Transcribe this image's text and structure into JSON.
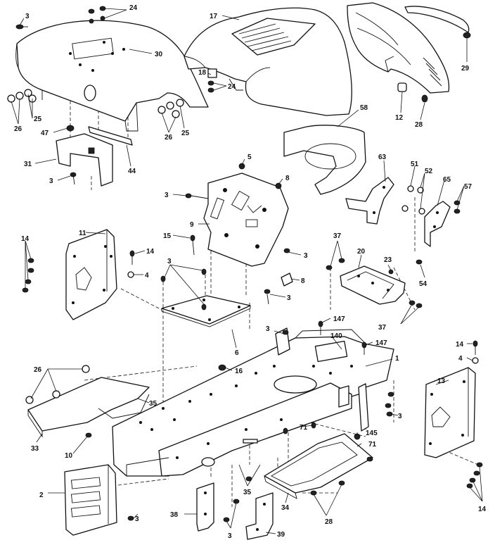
{
  "diagram": {
    "callouts": [
      {
        "id": "c3-top-left",
        "text": "3"
      },
      {
        "id": "c24-top",
        "text": "24"
      },
      {
        "id": "c30",
        "text": "30"
      },
      {
        "id": "c25-left",
        "text": "25"
      },
      {
        "id": "c26-left",
        "text": "26"
      },
      {
        "id": "c47",
        "text": "47"
      },
      {
        "id": "c31",
        "text": "31"
      },
      {
        "id": "c44",
        "text": "44"
      },
      {
        "id": "c3-left-mid",
        "text": "3"
      },
      {
        "id": "c17",
        "text": "17"
      },
      {
        "id": "c18",
        "text": "18"
      },
      {
        "id": "c24-hood",
        "text": "24"
      },
      {
        "id": "c26-center",
        "text": "26"
      },
      {
        "id": "c25-center",
        "text": "25"
      },
      {
        "id": "c29",
        "text": "29"
      },
      {
        "id": "c12",
        "text": "12"
      },
      {
        "id": "c28-top",
        "text": "28"
      },
      {
        "id": "c58",
        "text": "58"
      },
      {
        "id": "c5",
        "text": "5"
      },
      {
        "id": "c8-upper",
        "text": "8"
      },
      {
        "id": "c3-dash-left",
        "text": "3"
      },
      {
        "id": "c9",
        "text": "9"
      },
      {
        "id": "c15",
        "text": "15"
      },
      {
        "id": "c3-dash-right",
        "text": "3"
      },
      {
        "id": "c63",
        "text": "63"
      },
      {
        "id": "c51",
        "text": "51"
      },
      {
        "id": "c52",
        "text": "52"
      },
      {
        "id": "c65",
        "text": "65"
      },
      {
        "id": "c57",
        "text": "57"
      },
      {
        "id": "c54",
        "text": "54"
      },
      {
        "id": "c11",
        "text": "11"
      },
      {
        "id": "c14-left",
        "text": "14"
      },
      {
        "id": "c14-left-2",
        "text": "14"
      },
      {
        "id": "c4-left",
        "text": "4"
      },
      {
        "id": "c3-plate",
        "text": "3"
      },
      {
        "id": "c8-lower",
        "text": "8"
      },
      {
        "id": "c3-plate-right",
        "text": "3"
      },
      {
        "id": "c6",
        "text": "6"
      },
      {
        "id": "c16",
        "text": "16"
      },
      {
        "id": "c37-top",
        "text": "37"
      },
      {
        "id": "c20",
        "text": "20"
      },
      {
        "id": "c23",
        "text": "23"
      },
      {
        "id": "c37-bottom",
        "text": "37"
      },
      {
        "id": "c3-frame",
        "text": "3"
      },
      {
        "id": "c147-top",
        "text": "147"
      },
      {
        "id": "c140",
        "text": "140"
      },
      {
        "id": "c147-mid",
        "text": "147"
      },
      {
        "id": "c1",
        "text": "1"
      },
      {
        "id": "c14-right",
        "text": "14"
      },
      {
        "id": "c4-right",
        "text": "4"
      },
      {
        "id": "c13",
        "text": "13"
      },
      {
        "id": "c26-step",
        "text": "26"
      },
      {
        "id": "c35-upper",
        "text": "35"
      },
      {
        "id": "c33",
        "text": "33"
      },
      {
        "id": "c10",
        "text": "10"
      },
      {
        "id": "c3-frame-right",
        "text": "3"
      },
      {
        "id": "c71-left",
        "text": "71"
      },
      {
        "id": "c145",
        "text": "145"
      },
      {
        "id": "c71-right",
        "text": "71"
      },
      {
        "id": "c35-lower",
        "text": "35"
      },
      {
        "id": "c34",
        "text": "34"
      },
      {
        "id": "c28-bottom",
        "text": "28"
      },
      {
        "id": "c14-bottom-right",
        "text": "14"
      },
      {
        "id": "c2",
        "text": "2"
      },
      {
        "id": "c3-bottom-left",
        "text": "3"
      },
      {
        "id": "c38",
        "text": "38"
      },
      {
        "id": "c3-bottom",
        "text": "3"
      },
      {
        "id": "c39",
        "text": "39"
      }
    ]
  }
}
